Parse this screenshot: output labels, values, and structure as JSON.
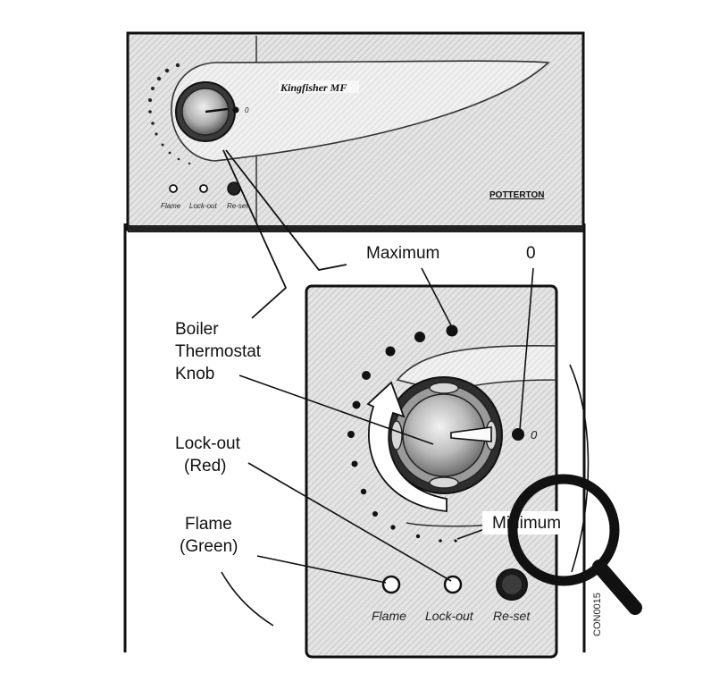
{
  "top_panel": {
    "brand": "Kingfisher MF",
    "manufacturer": "POTTERTON",
    "zero_mark": "0",
    "indicators": [
      "Flame",
      "Lock-out",
      "Re-set"
    ]
  },
  "callouts": {
    "maximum": "Maximum",
    "zero": "0",
    "boiler_knob": [
      "Boiler",
      "Thermostat",
      "Knob"
    ],
    "lockout": [
      "Lock-out",
      "(Red)"
    ],
    "flame": [
      "Flame",
      "(Green)"
    ],
    "minimum": "Minimum"
  },
  "detail_panel": {
    "zero_mark": "0",
    "indicators": [
      "Flame",
      "Lock-out",
      "Re-set"
    ]
  },
  "figure_code": "CON0015"
}
